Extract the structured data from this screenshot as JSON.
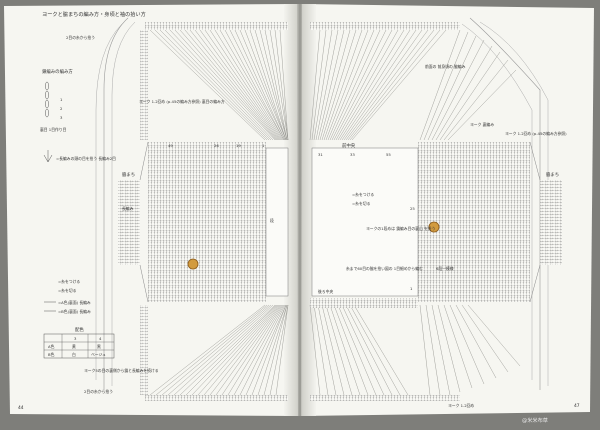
{
  "left_page": {
    "header": "ヨークと脇まちの編み方・身頃と袖の拾い方",
    "label_yoke_pickup": "2目の糸から拾う",
    "chain_legend_title": "鎖編みの編み方",
    "chain_legend_steps": [
      "1",
      "2",
      "3"
    ],
    "chain_note": "裏目 1目作り目",
    "yoke_note": "ヨーク 1.2回め (p.45の編み方参照) 裏目の編み方",
    "sc_note": "=長編みの頭の目を拾う 長編み2目",
    "side_label": "脇まち",
    "side_sub": "長編み",
    "cut_legend": [
      "=糸をつける",
      "=糸を切る"
    ],
    "ab_legend": [
      "=A色(裏面) 長編み",
      "=B色(裏面) 長編み"
    ],
    "color_table": {
      "title": "配色",
      "header": [
        "",
        "3",
        "4"
      ],
      "rows": [
        [
          "A色",
          "黄",
          "黒"
        ],
        [
          "B色",
          "白",
          "ベージュ"
        ]
      ]
    },
    "bottom_note": "ヨーク5の目の裏側から鎖と長編みを続ける",
    "bottom_note2": "2目の糸から拾う",
    "center_label": "段",
    "col_nums": [
      "49",
      "26",
      "19",
      "1"
    ],
    "page_no": "44"
  },
  "right_page": {
    "top_label": "前中央",
    "note_top": "前面の 前身頃の 脇編み",
    "yoke_side": "ヨーク 裏編み",
    "yoke_note": "ヨーク 1.2回め (p.45の編み方参照)",
    "center_legend": [
      "=糸をつける",
      "=糸を切る"
    ],
    "note_mid": "ヨークの1段めは 鎖編み目の裏山 を拾う",
    "mid_label": "6段一模様",
    "note_bottom": "糸まで60目の脇を拾い図の 1目細めから編む",
    "back_label": "後ろ中央",
    "side_label": "脇まち",
    "bottom_note": "ヨーク 1.2回め",
    "col_nums": [
      "31",
      "33",
      "55",
      "25",
      "1"
    ],
    "page_no": "47"
  },
  "watermark": "@米米布草"
}
